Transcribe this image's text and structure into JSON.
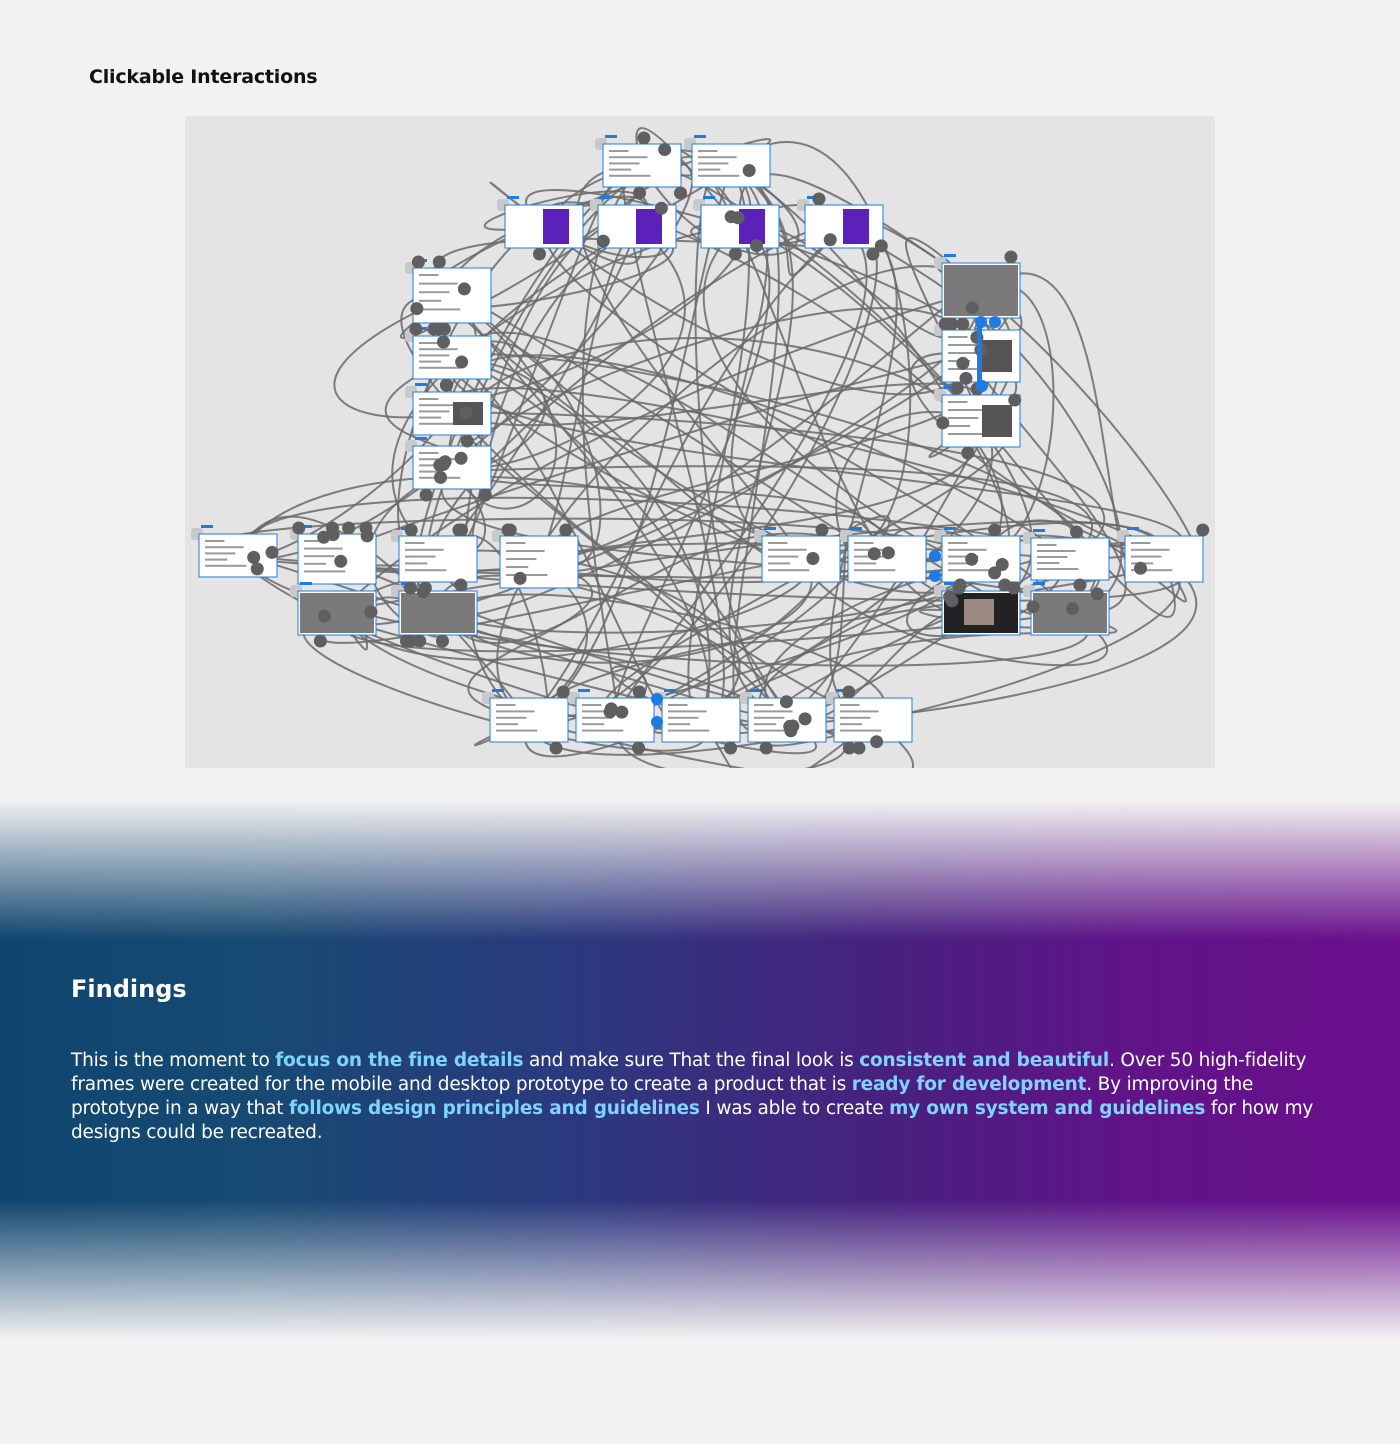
{
  "section": {
    "heading": "Clickable Interactions"
  },
  "prototype_canvas": {
    "accent_color": "#1e7be6",
    "wire_color": "#6a6a6a",
    "background_color": "#e4e4e4"
  },
  "findings": {
    "title": "Findings",
    "segments": [
      "This is the moment to ",
      "focus on the fine details",
      " and make sure That the final look is ",
      "consistent and beautiful",
      ". Over 50 high-fidelity frames were created for the mobile and desktop prototype to create a product that is ",
      "ready for development",
      ". By improving the prototype in a way that ",
      "follows design principles and guidelines",
      " I was able to create ",
      "my own system and guidelines",
      " for how my designs could be recreated."
    ],
    "highlight_color": "#7fd3ff"
  }
}
